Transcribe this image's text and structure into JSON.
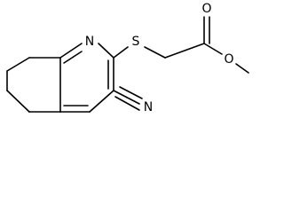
{
  "structure": {
    "atom_labels": {
      "ring_nitrogen": "N",
      "sulfur": "S",
      "carbonyl_oxygen": "O",
      "ester_oxygen": "O",
      "nitrile_nitrogen": "N"
    },
    "line_color": "#000000",
    "background_color": "#ffffff"
  }
}
